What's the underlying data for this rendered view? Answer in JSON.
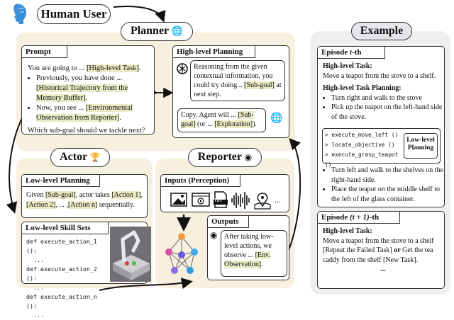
{
  "human_user": {
    "label": "Human User"
  },
  "planner": {
    "title": "Planner",
    "prompt": {
      "header": "Prompt",
      "line1_pre": "You are going to ... ",
      "line1_hl": "[High-level Task]",
      "line1_post": ".",
      "b1_pre": "Previously, you have done ... ",
      "b1_hl": "[Historical Trajectory from the Memory Buffer]",
      "b1_post": ".",
      "b2_pre": "Now, you see ... ",
      "b2_hl": "[Environmental Observation from Reporter]",
      "b2_post": ".",
      "question": "Which sub-goal should we tackle next?"
    },
    "high_level_planning": {
      "header": "High-level Planning",
      "reason_pre": "Reasoning from the given contextual information, you could try doing... ",
      "reason_hl": "[Sub-goal]",
      "reason_post": " at next step.",
      "copy_pre": "Copy. Agent will ... ",
      "copy_hl1": "[Sub-goal]",
      "copy_mid": " (or ... ",
      "copy_hl2": "[Exploration]",
      "copy_post": ")."
    }
  },
  "actor": {
    "title": "Actor",
    "low_level_planning": {
      "header": "Low-level Planning",
      "pre": "Given ",
      "hl1": "[Sub-goal]",
      "mid1": ", actor takes ",
      "hl2": "[Action 1]",
      "mid2": ", ",
      "hl3": "[Action 2]",
      "mid3": ", ... ,",
      "hl4": "[Action n]",
      "post": " sequentially."
    },
    "skill_sets": {
      "header": "Low-level Skill Sets",
      "code": [
        "def execute_action_1 ():",
        "def execute_action_2 ():",
        "...",
        "def execute_action_n ():"
      ],
      "dots": [
        "...",
        "...",
        "..."
      ]
    }
  },
  "reporter": {
    "title": "Reporter",
    "inputs": {
      "header": "Inputs (Perception)",
      "txt_icon": "TXT",
      "more": "..."
    },
    "outputs": {
      "header": "Outputs",
      "pre": "After taking low-level actions, we observe ... ",
      "hl": "[Env. Observation]",
      "post": "."
    }
  },
  "example": {
    "title": "Example",
    "episode_t": {
      "header_pre": "Episode ",
      "header_var": "t",
      "header_post": "-th",
      "task_label": "High-level Task:",
      "task": "Move a teapot from the stove to a shelf.",
      "planning_label": "High-level Task Planning:",
      "steps_top": [
        "Turn right and walk to the stove",
        "Pick up the teapot on the left-hand side of the stove."
      ],
      "code": [
        "> execute_move_left ()",
        "> locate_objective ()",
        "> execute_grasp_teapot ()"
      ],
      "code_badge": "Low-level Planning",
      "steps_bottom": [
        "Turn left and walk to the shelves on the right-hand side.",
        "Place the teapot on the middle shelf to the left of the glass container."
      ]
    },
    "episode_t1": {
      "header_pre": "Episode ",
      "header_var": "(t + 1)",
      "header_post": "-th",
      "task_label": "High-level Task:",
      "line1": "Move a teapot from the stove to a shelf",
      "line2": "[Repeat the Failed Task]",
      "or": "or",
      "line3": " Get the tea caddy from the shelf [New Task].",
      "dots": "..."
    }
  },
  "colors": {
    "panel": "#f7f0df",
    "example_panel": "#efeff2",
    "highlight": "#e9ebc4",
    "user_blue": "#3b8fd8"
  },
  "icons": [
    "user-head-icon",
    "globe-icon",
    "trophy-icon",
    "webcam-icon",
    "chatgpt-icon",
    "image-icon",
    "video-icon",
    "txt-file-icon",
    "waveform-icon",
    "map-pin-icon",
    "robot-arm-image",
    "neural-network-icon"
  ]
}
